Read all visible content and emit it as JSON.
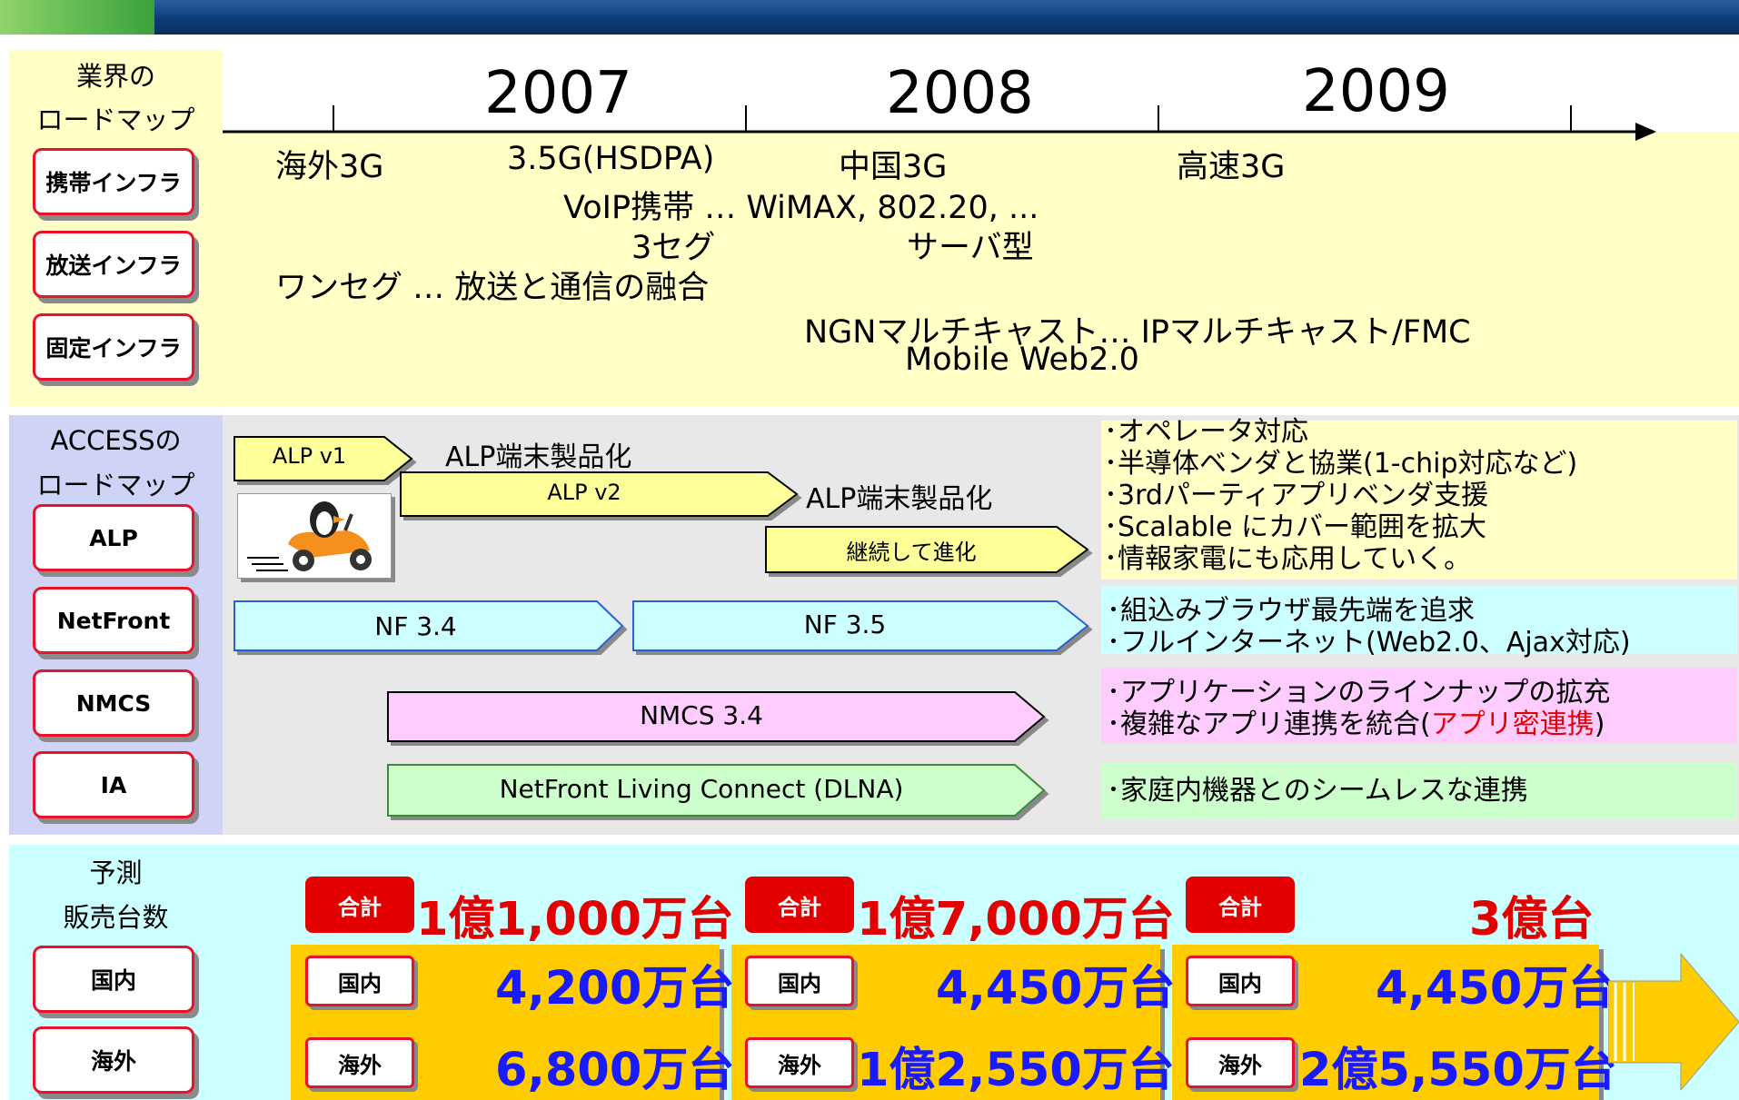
{
  "industry": {
    "label_line1": "業界の",
    "label_line2": "ロードマップ",
    "categories": [
      "携帯インフラ",
      "放送インフラ",
      "固定インフラ"
    ],
    "years": [
      "2007",
      "2008",
      "2009"
    ],
    "texts": {
      "overseas3g": "海外3G",
      "hsdpa": "3.5G(HSDPA)",
      "china3g": "中国3G",
      "highspeed3g": "高速3G",
      "voip": "VoIP携帯 … WiMAX, 802.20, ...",
      "seg3": "3セグ",
      "server": "サーバ型",
      "oneseg": "ワンセグ … 放送と通信の融合",
      "ngn": "NGNマルチキャスト… IPマルチキャスト/FMC",
      "web20": "Mobile Web2.0"
    }
  },
  "access": {
    "label_line1": "ACCESSの",
    "label_line2": "ロードマップ",
    "categories": [
      "ALP",
      "NetFront",
      "NMCS",
      "IA"
    ],
    "arrows": {
      "alp_v1": "ALP v1",
      "alp_prod1": "ALP端末製品化",
      "alp_v2": "ALP v2",
      "alp_prod2": "ALP端末製品化",
      "evolve": "継続して進化",
      "nf34": "NF 3.4",
      "nf35": "NF 3.5",
      "nmcs34": "NMCS 3.4",
      "dlna": "NetFront Living Connect (DLNA)"
    },
    "alp_notes": [
      "･オペレータ対応",
      "･半導体ベンダと協業(1-chip対応など)",
      "･3rdパーティアプリベンダ支援",
      "･Scalable にカバー範囲を拡大",
      "･情報家電にも応用していく。"
    ],
    "nf_notes": [
      "･組込みブラウザ最先端を追求",
      "･フルインターネット(Web2.0、Ajax対応)"
    ],
    "nmcs_notes": {
      "line1": "･アプリケーションのラインナップの拡充",
      "line2_pre": "･複雑なアプリ連携を統合(",
      "line2_red": "アプリ密連携",
      "line2_post": ")"
    },
    "ia_notes": [
      "･家庭内機器とのシームレスな連携"
    ]
  },
  "forecast": {
    "label_line1": "予測",
    "label_line2": "販売台数",
    "categories": [
      "国内",
      "海外"
    ],
    "total_tag": "合計",
    "domestic_tag": "国内",
    "overseas_tag": "海外",
    "columns": [
      {
        "total": "1億1,000万台",
        "domestic": "4,200万台",
        "overseas": "6,800万台"
      },
      {
        "total": "1億7,000万台",
        "domestic": "4,450万台",
        "overseas": "1億2,550万台"
      },
      {
        "total": "3億台",
        "domestic": "4,450万台",
        "overseas": "2億5,550万台"
      }
    ]
  },
  "colors": {
    "accent_red": "#e30000",
    "value_blue": "#1a1aff",
    "yellow_panel": "#ffffc6",
    "blue_panel": "#cfd4f7",
    "cyan_panel": "#ccffff"
  }
}
